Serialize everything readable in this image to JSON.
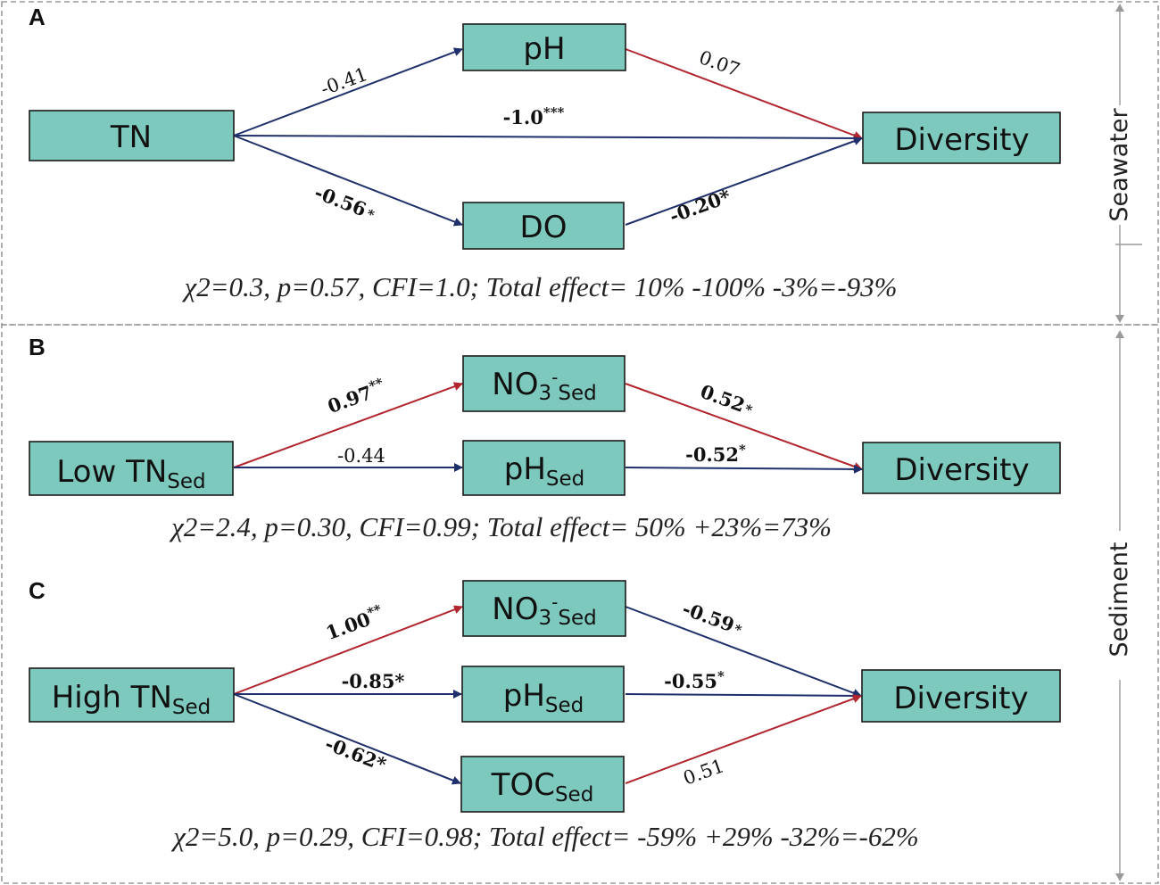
{
  "panels": {
    "A": {
      "label": "A",
      "nodes": {
        "tn": "TN",
        "ph": "pH",
        "do": "DO",
        "diversity": "Diversity"
      },
      "coefs": {
        "tn_ph": "-0.41",
        "ph_div": "0.07",
        "tn_div": "-1.0",
        "tn_div_star": "***",
        "tn_do": "-0.56",
        "tn_do_star": "*",
        "do_div": "-0.20*"
      },
      "stats": "χ2=0.3, p=0.57, CFI=1.0; Total effect= 10% -100% -3%=-93%"
    },
    "B": {
      "label": "B",
      "nodes": {
        "src_main": "Low TN",
        "src_sub": "Sed",
        "no3_main": "NO",
        "no3_sub1": "3",
        "no3_sup": "-",
        "no3_sub2": "Sed",
        "ph_main": "pH",
        "ph_sub": "Sed",
        "diversity": "Diversity"
      },
      "coefs": {
        "src_no3": "0.97",
        "src_no3_star": "**",
        "no3_div": "0.52",
        "no3_div_star": "*",
        "src_ph": "-0.44",
        "ph_div": "-0.52",
        "ph_div_star": "*"
      },
      "stats": "χ2=2.4, p=0.30, CFI=0.99; Total effect= 50% +23%=73%"
    },
    "C": {
      "label": "C",
      "nodes": {
        "src_main": "High TN",
        "src_sub": "Sed",
        "no3_main": "NO",
        "no3_sub1": "3",
        "no3_sup": "-",
        "no3_sub2": "Sed",
        "ph_main": "pH",
        "ph_sub": "Sed",
        "toc_main": "TOC",
        "toc_sub": "Sed",
        "diversity": "Diversity"
      },
      "coefs": {
        "src_no3": "1.00",
        "src_no3_star": "**",
        "no3_div": "-0.59",
        "no3_div_star": "*",
        "src_ph": "-0.85*",
        "ph_div": "-0.55",
        "ph_div_star": "*",
        "src_toc": "-0.62*",
        "toc_div": "0.51"
      },
      "stats": "χ2=5.0, p=0.29, CFI=0.98; Total effect= -59% +29% -32%=-62%"
    }
  },
  "side_labels": {
    "seawater": "Seawater",
    "sediment": "Sediment"
  },
  "colors": {
    "positive_path": "#b0252e",
    "negative_path": "#1f2f6b",
    "node_fill": "#7ec9be",
    "frame_dash": "#9a9a9a"
  }
}
